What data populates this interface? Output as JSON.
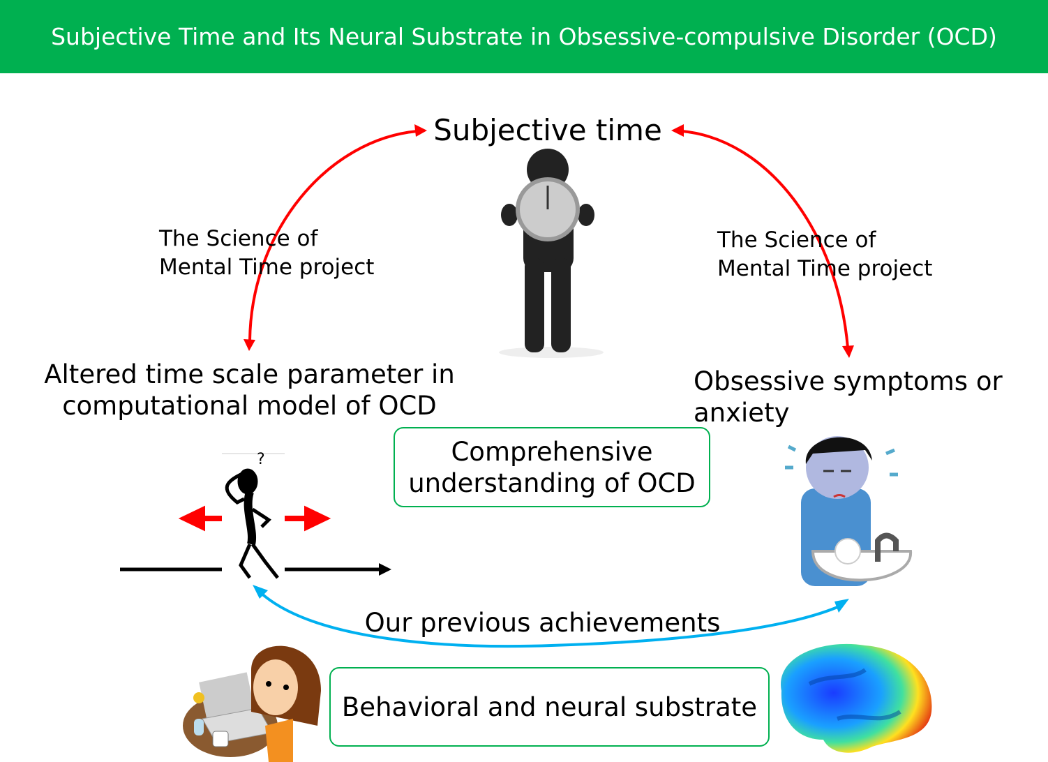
{
  "header": {
    "title": "Subjective Time and Its Neural Substrate in Obsessive-compulsive Disorder (OCD)"
  },
  "diagram": {
    "center_title": "Subjective time",
    "left_project": {
      "line1": "The Science of",
      "line2": "Mental Time project"
    },
    "right_project": {
      "line1": "The Science of",
      "line2": "Mental Time project"
    },
    "left_node": {
      "line1": "Altered time scale parameter in",
      "line2": "computational model of OCD"
    },
    "right_node": {
      "line1": "Obsessive symptoms or",
      "line2": "anxiety"
    },
    "center_box": {
      "line1": "Comprehensive",
      "line2": "understanding of OCD"
    },
    "achievements": "Our previous achievements",
    "bottom_box": "Behavioral and neural substrate",
    "question_mark": "?"
  },
  "colors": {
    "header": "#00B050",
    "red_arrow": "#FF0000",
    "blue_arrow": "#00B0F0",
    "box_border": "#00B050"
  }
}
